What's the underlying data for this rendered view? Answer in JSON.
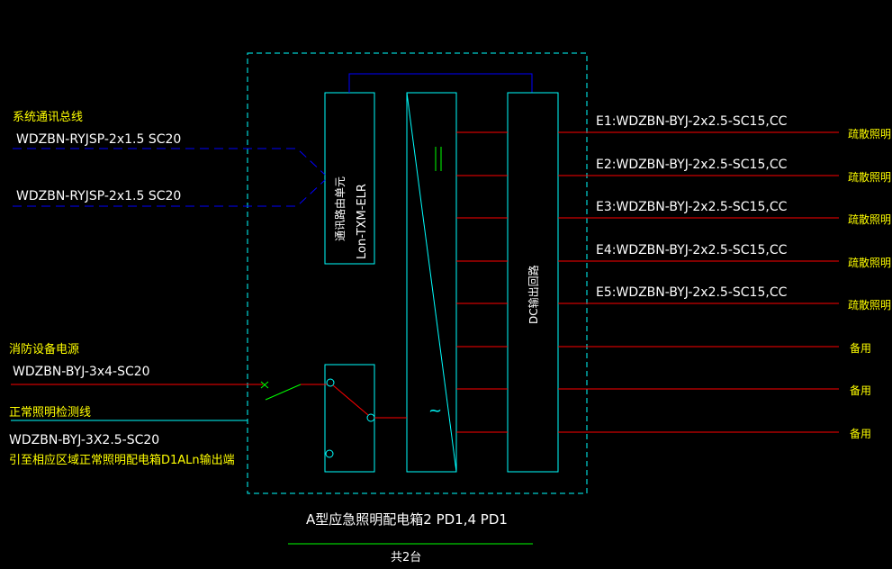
{
  "colors": {
    "background": "#000000",
    "frame": "#00ffff",
    "bus": "#0000ff",
    "feed": "#ff0000",
    "switch": "#00ff00",
    "underline": "#00ff00",
    "white_text": "#ffffff",
    "cyan_text": "#00ffff",
    "yellow_text": "#ffff00"
  },
  "left": {
    "comm_bus_title": "系统通讯总线",
    "comm_cable_1": "WDZBN-RYJSP-2x1.5  SC20",
    "comm_cable_2": "WDZBN-RYJSP-2x1.5  SC20",
    "fire_power_title": "消防设备电源",
    "fire_power_cable": "WDZBN-BYJ-3x4-SC20",
    "normal_detect_title": "正常照明检测线",
    "normal_detect_cable": "WDZBN-BYJ-3X2.5-SC20",
    "normal_detect_note": "引至相应区域正常照明配电箱D1ALn输出端"
  },
  "comm_module": {
    "name_cn": "通讯路由单元",
    "model": "Lon-TXM-ELR"
  },
  "dc_module": {
    "label": "DC输出回路"
  },
  "outputs": [
    {
      "cable": "E1:WDZBN-BYJ-2x2.5-SC15,CC",
      "use": "疏散照明"
    },
    {
      "cable": "E2:WDZBN-BYJ-2x2.5-SC15,CC",
      "use": "疏散照明"
    },
    {
      "cable": "E3:WDZBN-BYJ-2x2.5-SC15,CC",
      "use": "疏散照明"
    },
    {
      "cable": "E4:WDZBN-BYJ-2x2.5-SC15,CC",
      "use": "疏散照明"
    },
    {
      "cable": "E5:WDZBN-BYJ-2x2.5-SC15,CC",
      "use": "疏散照明"
    },
    {
      "cable": "",
      "use": "备用"
    },
    {
      "cable": "",
      "use": "备用"
    },
    {
      "cable": "",
      "use": "备用"
    }
  ],
  "converter": {
    "dc_symbol": "=",
    "ac_symbol": "~"
  },
  "footer": {
    "box_title": "A型应急照明配电箱2 PD1,4 PD1",
    "quantity": "共2台"
  }
}
